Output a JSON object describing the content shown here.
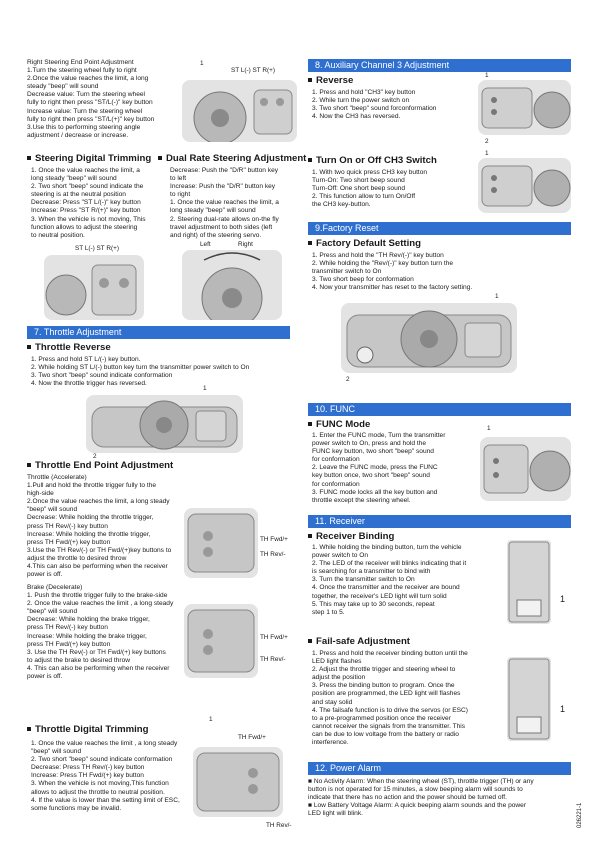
{
  "steering_end_point": {
    "title": "Right Steering End Point Adjustment",
    "lines": [
      "1.Turn the steering wheel fully to right",
      "2.Once the value reaches the limit, a long",
      "   steady \"beep\" will sound",
      "   Decrease value: Turn the steering wheel",
      "      fully to right then press \"ST/L(-)\" key button",
      "   Increase value: Turn the steering wheel",
      "      fully to right then press \"ST/L(+)\" key button",
      "3.Use this to performing steering angle",
      "   adjustment / decrease or increase."
    ],
    "figure_labels": {
      "turn": "1",
      "keys": "ST L(-)  ST R(+)"
    }
  },
  "steering_trim": {
    "heading": "Steering Digital Trimming",
    "lines": [
      "1. Once the value reaches the limit, a",
      "    long steady \"beep\" will sound",
      "2. Two short \"beep\" sound indicate the",
      "    steering is at the neutral position",
      "    Decrease: Press \"ST L/(-)\" key button",
      "    Increase: Press \"ST R/(+)\" key button",
      "3. When the vehicle is not moving, This",
      "    function allows to adjust the steering",
      "    to neutral position."
    ],
    "figure_label": "ST L(-)  ST R(+)"
  },
  "dual_rate": {
    "heading": "Dual Rate Steering Adjustment",
    "lines": [
      "Decrease: Push the \"D/R\" button key",
      "               to left",
      "Increase: Push the \"D/R\" button key",
      "               to right",
      "1. Once the value reaches the limit, a",
      "    long steady \"beep\" will sound",
      "2. Steering dual-rate allows on-the fly",
      "    travel adjustment to both sides (left",
      "    and right) of the steering servo."
    ],
    "figure_labels": {
      "left": "Left",
      "right": "Right"
    }
  },
  "throttle_section": {
    "bar": "7. Throttle Adjustment",
    "reverse_heading": "Throttle Reverse",
    "reverse_lines": [
      "1. Press and hold ST L/(-) key button.",
      "2. While holding ST L/(-) button key turn the transmitter power switch to On",
      "3. Two short \"beep\" sound indicate conformation",
      "4. Now the throttle trigger has reversed."
    ],
    "reverse_callouts": {
      "top": "1",
      "bottom": "2"
    },
    "endpoint_heading": "Throttle End Point Adjustment",
    "accel_lines": [
      "Throttle (Accelerate)",
      "1.Pull and hold the throttle trigger fully to the",
      "   high-side",
      "2.Once the value reaches the limit, a long   steady",
      "   \"beep\" will sound",
      "   Decrease: While holding the throttle trigger,",
      "   press TH Rev/(-) key button",
      "   Increase: While holding the throttle trigger,",
      "   press TH Fwd/(+) key button",
      "3.Use the TH Rev/(-) or TH Fwd/(+)key buttons to",
      "   adjust the throttle to desired throw",
      "4.This can also be performing when the receiver",
      "   power is off."
    ],
    "brake_lines": [
      "Brake (Decelerate)",
      "1. Push the throttle trigger fully to the brake-side",
      "2. Once the value reaches the limit , a long steady",
      "    \"beep\" will sound",
      "    Decrease: While holding the brake trigger,",
      "    press TH Rev/(-) key button",
      "    Increase: While holding the brake  trigger,",
      "    press TH Fwd/(+) key button",
      "3. Use the  TH Rev(-) or TH Fwd/(+) key buttons",
      "    to adjust the brake to desired throw",
      "4. This can also be performing when  the receiver",
      "    power is off."
    ],
    "endpoint_labels": {
      "fwd": "TH Fwd/+",
      "rev": "TH Rev/-",
      "one": "1"
    },
    "trim_heading": "Throttle Digital Trimming",
    "trim_lines": [
      "1. Once the value reaches the limit ,  a long steady",
      "    \"beep\" will sound",
      "2. Two short \"beep\" sound indicate conformation",
      "    Decrease: Press TH Rev/(-) key button",
      "    Increase: Press TH Fwd/(+) key button",
      "3. When the vehicle is not moving,This function",
      "    allows to adjust the throttle to neutral position.",
      "4. If the value is lower than the setting limit of ESC,",
      "    some functions may be invalid."
    ],
    "trim_labels": {
      "fwd": "TH Fwd/+",
      "rev": "TH Rev/-"
    }
  },
  "aux_channel": {
    "bar": "8. Auxiliary Channel 3 Adjustment",
    "reverse_heading": "Reverse",
    "reverse_lines": [
      "1. Press and hold \"CH3\" key button",
      "2. While turn the power switch on",
      "3. Two short \"beep\" sound forconformation",
      "4. Now the CH3  has reversed."
    ],
    "onoff_heading": "Turn On or Off CH3 Switch",
    "onoff_lines": [
      "1. With two quick press CH3 key button",
      "    Turn-On: Two short beep sound",
      "    Turn-Off: One short beep sound",
      "2. This function allow to turn On/Off",
      "    the CH3 key-button."
    ],
    "callouts": {
      "a": "1",
      "b": "2",
      "c": "1"
    }
  },
  "factory_reset": {
    "bar": "9.Factory Reset",
    "heading": "Factory Default Setting",
    "lines": [
      "1. Press and hold the \"TH Rev/(-)\" key button",
      "2. While holding the \"Rev/(-)\" key button turn the",
      "    transmitter switch to On",
      "3. Two short beep for conformation",
      "4. Now your transmitter has reset to the factory setting."
    ],
    "callouts": {
      "top": "1",
      "bottom": "2"
    }
  },
  "func": {
    "bar": "10. FUNC",
    "heading": "FUNC Mode",
    "lines": [
      "1. Enter the FUNC mode, Turn the transmitter",
      "    power switch to On, press and hold the",
      "    FUNC key button, two short \"beep\" sound",
      "    for conformation",
      "2. Leave the FUNC mode, press the FUNC",
      "    key button once, two short \"beep\" sound",
      "    for conformation",
      "3. FUNC mode locks all the key button and",
      "    throttle except the steering wheel."
    ],
    "callout": "1"
  },
  "receiver": {
    "bar": "11. Receiver",
    "binding_heading": "Receiver Binding",
    "binding_lines": [
      "1. While holding the binding button, turn the vehicle",
      "    power switch to On",
      "2. The LED of the receiver will blinks indicating that it",
      "    is searching for a transmitter to bind with",
      "3. Turn the transmitter switch to On",
      "4. Once the transmitter and the receiver are bound",
      "    together, the receiver's LED light will turn solid",
      "5. This may take up to 30 seconds, repeat",
      "    step 1 to 5."
    ],
    "failsafe_heading": "Fail-safe Adjustment",
    "failsafe_lines": [
      "1. Press and hold the receiver binding button until the",
      "    LED light flashes",
      "2. Adjust the throttle trigger and steering wheel to",
      "    adjust the position",
      "3. Press the binding button to program. Once the",
      "    position are programmed, the LED light will flashes",
      "    and stay solid",
      "4. The failsafe function is to drive the servos (or ESC)",
      "    to a pre-programmed position once the receiver",
      "    cannot receiver the signals from the transmitter. This",
      "    can be due to low voltage from the battery or radio",
      "    interference."
    ],
    "callouts": {
      "a": "1",
      "b": "1"
    }
  },
  "power_alarm": {
    "bar": "12. Power Alarm",
    "lines": [
      "■ No Activity Alarm: When the steering wheel (ST), throttle trigger (TH) or any",
      "   button is not operated for 15 minutes, a slow beeping alarm will sounds to",
      "   indicate that there has no action and the power should be turned off.",
      "■ Low Battery Voltage Alarm:  A quick beeping alarm sounds and the power",
      "   LED light will blink."
    ]
  },
  "doc_code": "026221-1",
  "colors": {
    "section_bar": "#2f6fd0",
    "figure_bg": "#e3e3e3"
  }
}
